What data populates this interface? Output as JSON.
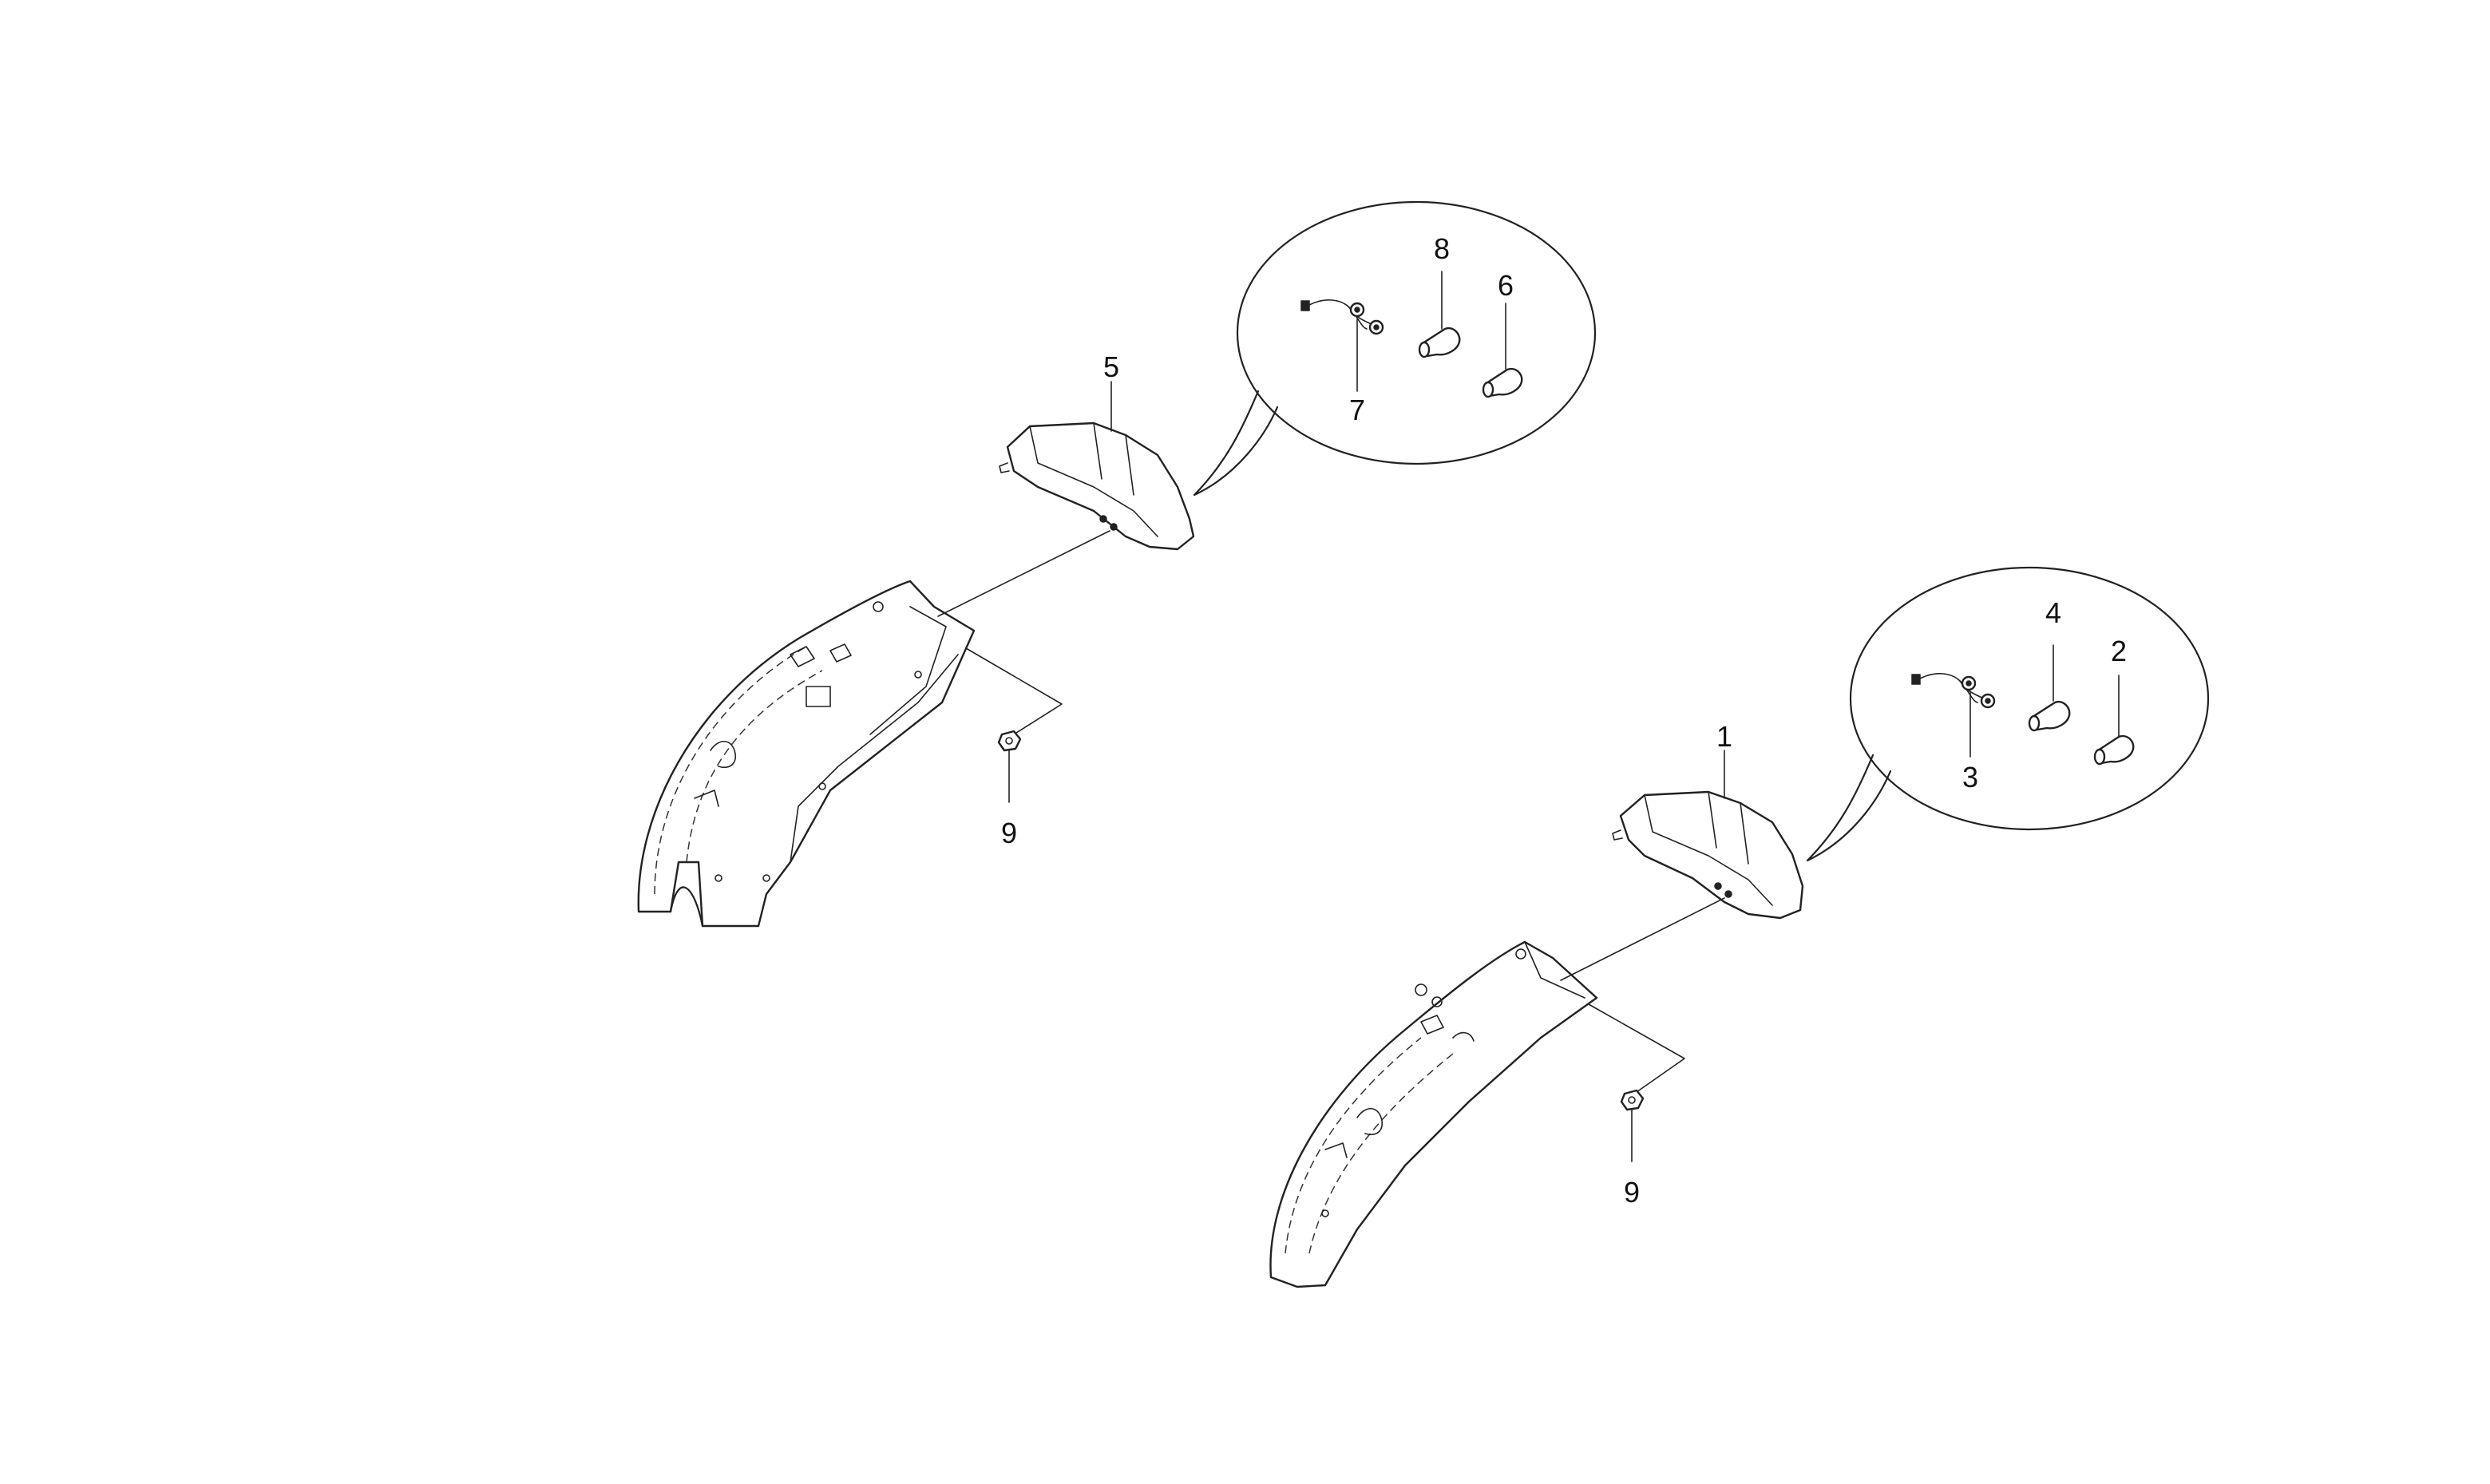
{
  "callouts": {
    "n1": "1",
    "n2": "2",
    "n3": "3",
    "n4": "4",
    "n5": "5",
    "n6": "6",
    "n7": "7",
    "n8": "8",
    "n9a": "9",
    "n9b": "9"
  },
  "colors": {
    "line": "#222222",
    "background": "#ffffff"
  }
}
